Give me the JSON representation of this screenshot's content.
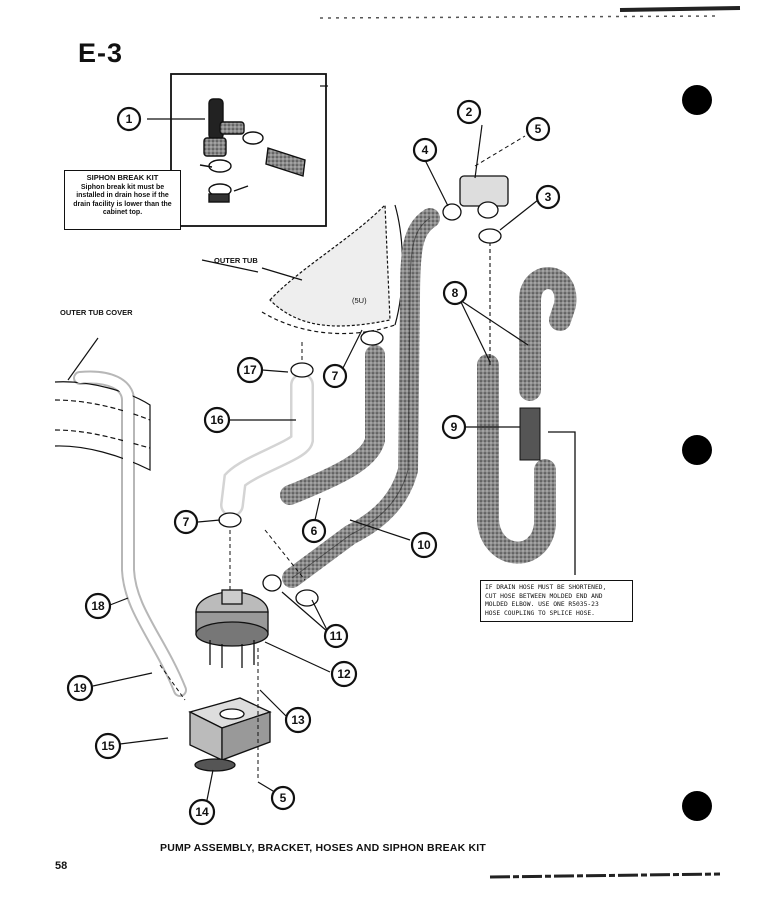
{
  "section_id": "E-3",
  "caption": "PUMP ASSEMBLY, BRACKET, HOSES AND SIPHON BREAK KIT",
  "page_number": "58",
  "siphon_kit_note": {
    "title": "SIPHON BREAK KIT",
    "body": "Siphon break kit must be installed in drain hose if the drain facility is lower than the cabinet top."
  },
  "labels": {
    "outer_tub": "OUTER TUB",
    "outer_tub_cover": "OUTER TUB COVER",
    "tub_mark": "(5U)"
  },
  "drain_hose_note": "IF DRAIN HOSE MUST BE SHORTENED,\nCUT HOSE BETWEEN MOLDED END AND\nMOLDED ELBOW.  USE ONE R5035-23\nHOSE COUPLING TO SPLICE HOSE.",
  "callouts": [
    "1",
    "2",
    "5",
    "4",
    "3",
    "8",
    "17",
    "7",
    "9",
    "16",
    "7",
    "6",
    "10",
    "18",
    "11",
    "12",
    "19",
    "13",
    "15",
    "5",
    "14"
  ],
  "colors": {
    "ink": "#111111",
    "hose": "#6e6e6e",
    "paper": "#ffffff"
  }
}
